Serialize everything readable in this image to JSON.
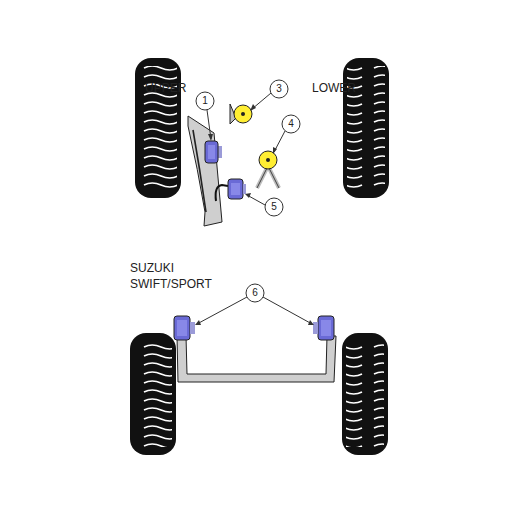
{
  "diagram": {
    "labels": [
      "UPPER",
      "LOWER",
      "1",
      "3",
      "4",
      "5",
      "SUZUKI SWIFT/SPORT",
      "6"
    ]
  }
}
